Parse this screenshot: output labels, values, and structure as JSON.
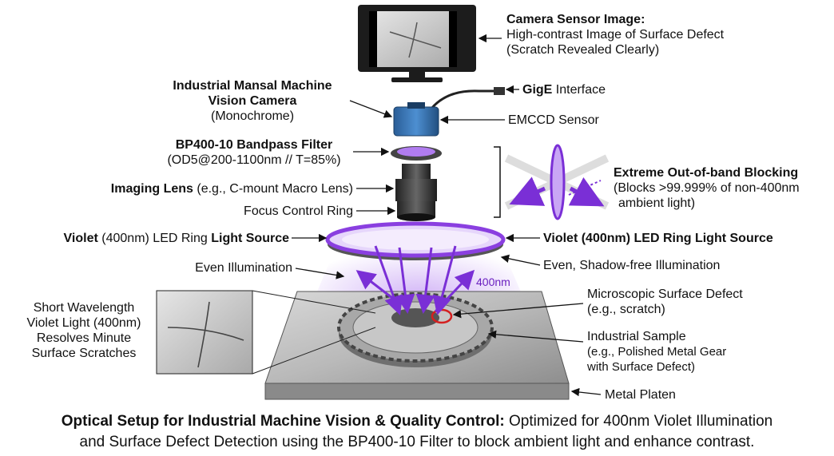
{
  "labels": {
    "camera_sensor_title": "Camera Sensor Image:",
    "camera_sensor_line1": "High-contrast Image of Surface Defect",
    "camera_sensor_line2": "(Scratch Revealed Clearly)",
    "gige_bold": "GigE",
    "gige_rest": " Interface",
    "camera_title_line1": "Industrial Mansal Machine",
    "camera_title_line2": "Vision Camera",
    "camera_sub": "(Monochrome)",
    "emccd": "EMCCD Sensor",
    "filter_title": "BP400-10 Bandpass Filter",
    "filter_spec": "(OD5@200-1100nm // T=85%)",
    "lens_bold": "Imaging Lens",
    "lens_rest": " (e.g., C-mount Macro Lens)",
    "focus": "Focus Control Ring",
    "blocking_title": "Extreme Out-of-band Blocking",
    "blocking_line1": "(Blocks >99.999% of non-400nm",
    "blocking_line2": "ambient light)",
    "ring_left_b1": "Violet",
    "ring_left_mid": " (400nm) LED Ring ",
    "ring_left_b2": "Light Source",
    "ring_right": "Violet (400nm) LED Ring Light Source",
    "even_left": "Even Illumination",
    "even_right": "Even, Shadow-free Illumination",
    "wavelength": "400nm",
    "defect_title": "Microscopic Surface Defect",
    "defect_sub": "(e.g., scratch)",
    "sample_title": "Industrial Sample",
    "sample_sub1": "(e.g., Polished Metal Gear",
    "sample_sub2": "with Surface Defect)",
    "short_wl_1": "Short Wavelength",
    "short_wl_2": "Violet Light (400nm)",
    "short_wl_3": "Resolves Minute",
    "short_wl_4": "Surface Scratches",
    "platen": "Metal Platen"
  },
  "caption": {
    "bold": "Optical Setup for Industrial Machine Vision & Quality Control:",
    "rest1": " Optimized for 400nm Violet Illumination",
    "line2": "and Surface Defect Detection using the BP400-10 Filter to block ambient light and enhance contrast."
  },
  "colors": {
    "violet": "#8a3fe0",
    "violet_light": "#c9a6f5",
    "camera_blue": "#3a76b8",
    "defect_red": "#d42020"
  }
}
